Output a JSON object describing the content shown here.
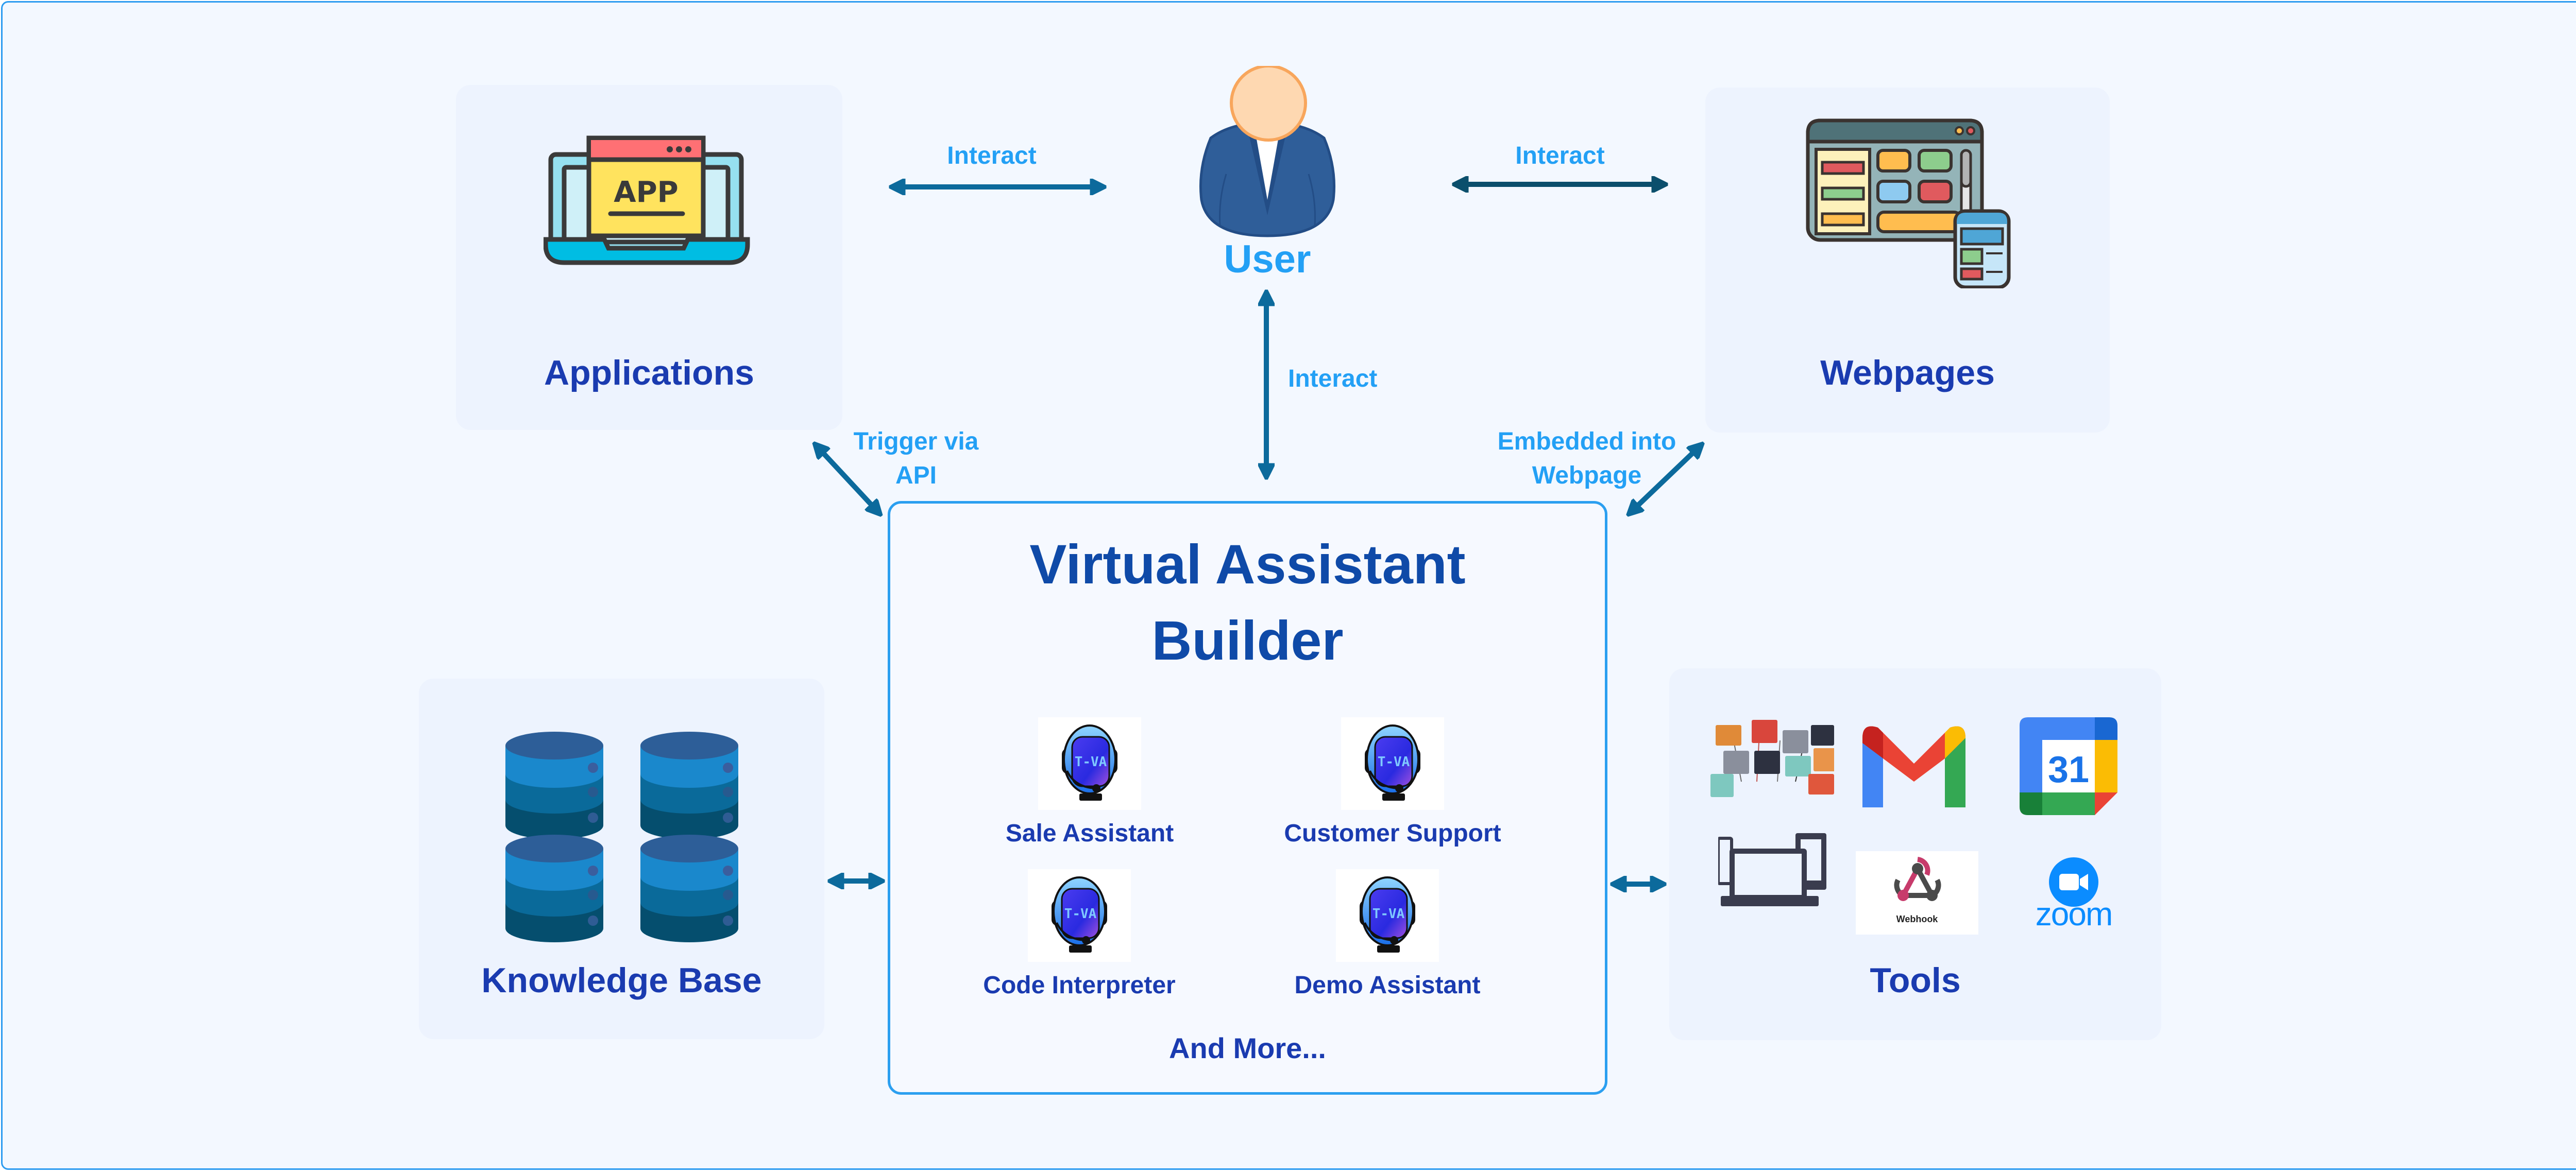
{
  "nodes": {
    "applications": {
      "label": "Applications"
    },
    "user": {
      "label": "User"
    },
    "webpages": {
      "label": "Webpages"
    },
    "knowledge_base": {
      "label": "Knowledge Base"
    },
    "tools": {
      "label": "Tools",
      "webhook_label": "Webhook",
      "zoom_label": "zoom",
      "calendar_day": "31"
    }
  },
  "center": {
    "title_line1": "Virtual Assistant",
    "title_line2": "Builder",
    "assistant_badge": "T-VA",
    "assistants": [
      {
        "label": "Sale Assistant"
      },
      {
        "label": "Customer Support"
      },
      {
        "label": "Code Interpreter"
      },
      {
        "label": "Demo Assistant"
      }
    ],
    "more": "And More..."
  },
  "edges": {
    "user_applications": "Interact",
    "user_webpages": "Interact",
    "user_center": "Interact",
    "applications_center_line1": "Trigger via",
    "applications_center_line2": "API",
    "webpages_center_line1": "Embedded into",
    "webpages_center_line2": "Webpage"
  },
  "app_icon_text": "APP",
  "colors": {
    "border_accent": "#2d9cf0",
    "label_dark_blue": "#1a3bb0",
    "title_blue": "#0f4aa8",
    "edge_label_blue": "#23a0f5",
    "arrow": "#0c6a9c",
    "arrow_dark": "#0b4f6c"
  }
}
